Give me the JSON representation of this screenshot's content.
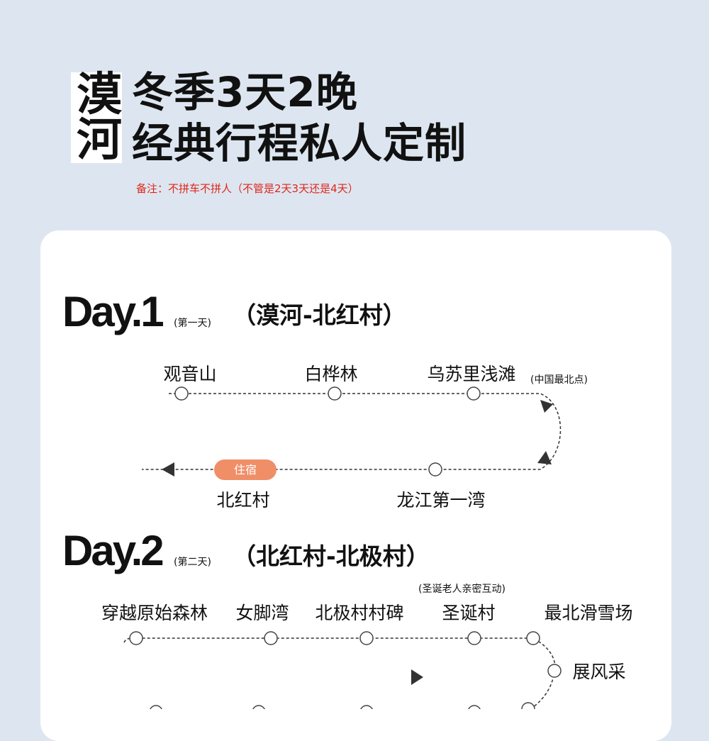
{
  "header": {
    "logo_chars": [
      "漠",
      "河"
    ],
    "title_line1": "冬季3天2晚",
    "title_line2": "经典行程私人定制",
    "note": "备注：不拼车不拼人（不管是2天3天还是4天）"
  },
  "day1": {
    "label": "Day.1",
    "sub": "(第一天)",
    "route": "（漠河-北红村）",
    "stops": [
      "观音山",
      "白桦林",
      "乌苏里浅滩",
      "龙江第一湾",
      "北红村"
    ],
    "note": "(中国最北点)",
    "badge": "住宿"
  },
  "day2": {
    "label": "Day.2",
    "sub": "(第二天)",
    "route": "（北红村-北极村）",
    "stops": [
      "穿越原始森林",
      "女脚湾",
      "北极村村碑",
      "圣诞村",
      "最北滑雪场",
      "展风采"
    ],
    "note": "(圣诞老人亲密互动)"
  },
  "colors": {
    "background": "#dde6f0",
    "note": "#e0261b",
    "badge": "#f08e67"
  }
}
